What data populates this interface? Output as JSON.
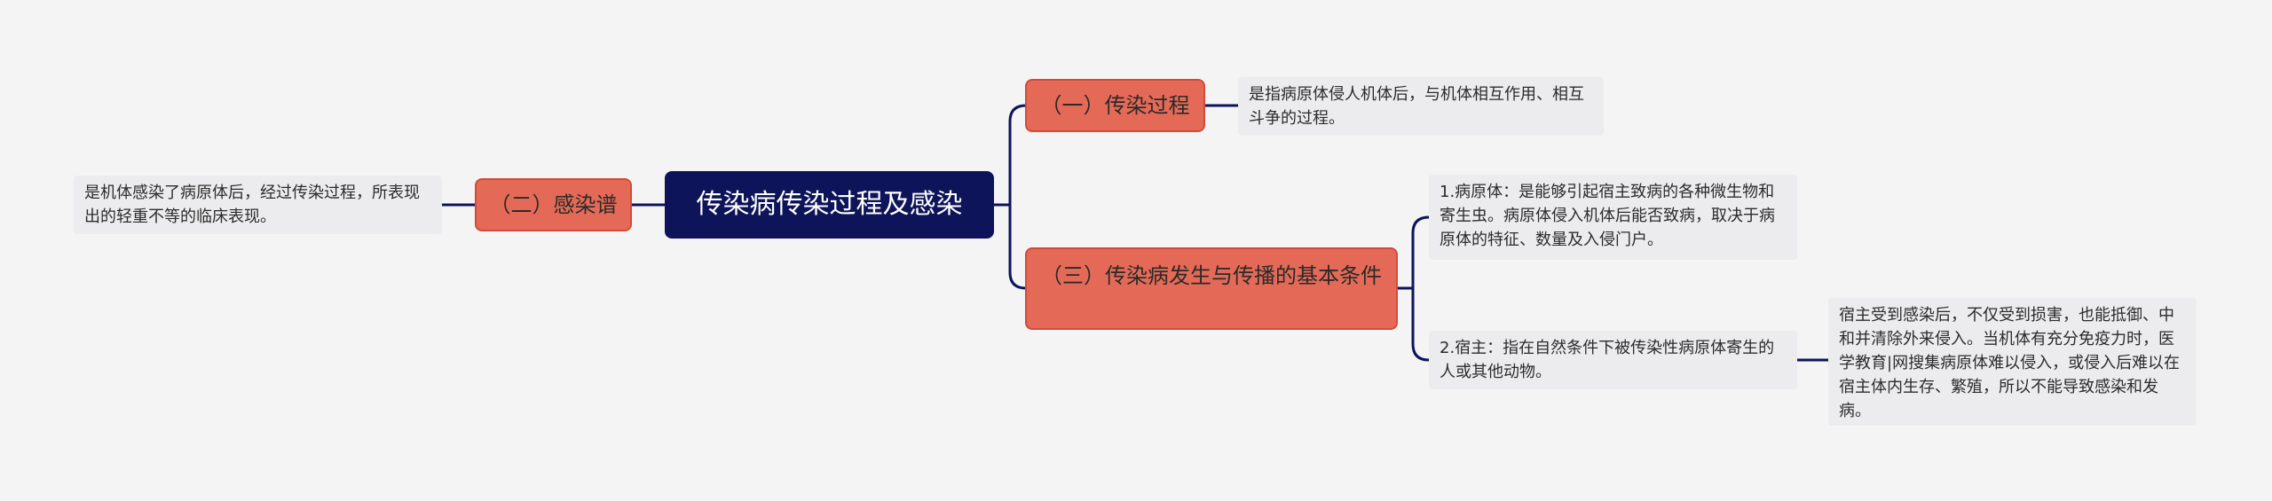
{
  "colors": {
    "background": "#f4f4f5",
    "root_fill": "#0e1459",
    "branch_fill": "#e46a57",
    "leaf_fill": "#ececee",
    "connector": "#0e1459"
  },
  "mindmap": {
    "root": {
      "label": "传染病传染过程及感染"
    },
    "branches": [
      {
        "label": "（一）传染过程"
      },
      {
        "label": "（二）感染谱"
      },
      {
        "label": "（三）传染病发生与传播的基本条件"
      }
    ],
    "leaves": [
      {
        "text": "是指病原体侵人机体后，与机体相互作用、相互斗争的过程。"
      },
      {
        "text": "是机体感染了病原体后，经过传染过程，所表现出的轻重不等的临床表现。"
      },
      {
        "text": "1.病原体：是能够引起宿主致病的各种微生物和寄生虫。病原体侵入机体后能否致病，取决于病原体的特征、数量及入侵门户。"
      },
      {
        "text": "2.宿主：指在自然条件下被传染性病原体寄生的人或其他动物。"
      },
      {
        "text": "宿主受到感染后，不仅受到损害，也能抵御、中和并清除外来侵入。当机体有充分免疫力时，医学教育|网搜集病原体难以侵入，或侵入后难以在宿主体内生存、繁殖，所以不能导致感染和发病。"
      }
    ]
  }
}
